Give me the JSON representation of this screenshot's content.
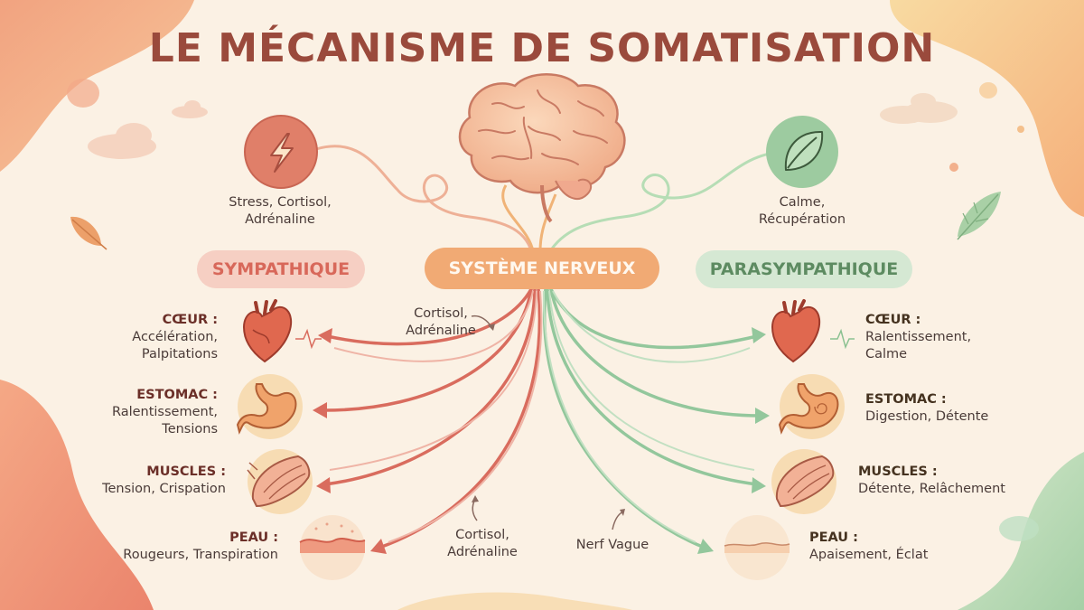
{
  "title": "LE MÉCANISME DE SOMATISATION",
  "center_label": "SYSTÈME NERVEUX",
  "sympathique": {
    "label": "SYMPATHIQUE",
    "top_icon": "lightning-icon",
    "top_text_l1": "Stress, Cortisol,",
    "top_text_l2": "Adrénaline",
    "color": "#d66b5b",
    "organs": [
      {
        "name": "CŒUR :",
        "l1": "Accélération,",
        "l2": "Palpitations",
        "icon": "heart-icon"
      },
      {
        "name": "ESTOMAC :",
        "l1": "Ralentissement,",
        "l2": "Tensions",
        "icon": "stomach-icon"
      },
      {
        "name": "MUSCLES :",
        "l1": "Tension, Crispation",
        "l2": "",
        "icon": "muscle-icon"
      },
      {
        "name": "PEAU :",
        "l1": "Rougeurs, Transpiration",
        "l2": "",
        "icon": "skin-icon"
      }
    ]
  },
  "parasympathique": {
    "label": "PARASYMPATHIQUE",
    "top_icon": "leaf-icon",
    "top_text_l1": "Calme,",
    "top_text_l2": "Récupération",
    "color": "#8fc29a",
    "organs": [
      {
        "name": "CŒUR :",
        "l1": "Ralentissement,",
        "l2": "Calme",
        "icon": "heart-icon"
      },
      {
        "name": "ESTOMAC :",
        "l1": "Digestion, Détente",
        "l2": "",
        "icon": "stomach-icon"
      },
      {
        "name": "MUSCLES :",
        "l1": "Détente, Relâchement",
        "l2": "",
        "icon": "muscle-icon"
      },
      {
        "name": "PEAU :",
        "l1": "Apaisement, Éclat",
        "l2": "",
        "icon": "skin-icon"
      }
    ]
  },
  "annotations": {
    "cortisol_top_l1": "Cortisol,",
    "cortisol_top_l2": "Adrénaline",
    "cortisol_bottom_l1": "Cortisol,",
    "cortisol_bottom_l2": "Adrénaline",
    "nerf_vague": "Nerf Vague"
  }
}
